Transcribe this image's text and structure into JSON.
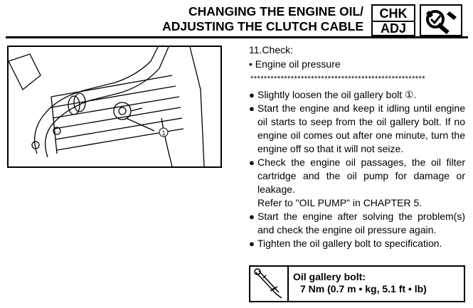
{
  "header": {
    "title_line1": "CHANGING THE ENGINE OIL/",
    "title_line2": "ADJUSTING THE CLUTCH CABLE",
    "badge_top": "CHK",
    "badge_bottom": "ADJ",
    "badge_icon": "wrench-check-icon"
  },
  "figure": {
    "callout_number": "1",
    "image_icon": "engine-oil-gallery-bolt-illustration"
  },
  "step": {
    "title": "11.Check:",
    "sub_bullet": "•",
    "subject": "Engine oil pressure"
  },
  "separator": "****************************************************",
  "bullets": [
    {
      "dot": "●",
      "text": "Slightly loosen the oil gallery bolt ①."
    },
    {
      "dot": "●",
      "text": "Start the engine and keep it idling until engine oil starts to seep from the oil gallery bolt. If no engine oil comes out after one minute, turn the engine off so that it will not seize."
    },
    {
      "dot": "●",
      "text": "Check the engine oil passages, the oil filter cartridge and the oil pump for damage or leakage.",
      "note": "Refer to \"OIL PUMP\" in CHAPTER 5."
    },
    {
      "dot": "●",
      "text": "Start the engine after solving the problem(s) and check the engine oil pressure again."
    },
    {
      "dot": "●",
      "text": "Tighten the oil gallery bolt to specification."
    }
  ],
  "spec": {
    "icon": "torque-wrench-icon",
    "label": "Oil gallery bolt:",
    "value": "7 Nm (0.7 m • kg, 5.1 ft • lb)"
  }
}
